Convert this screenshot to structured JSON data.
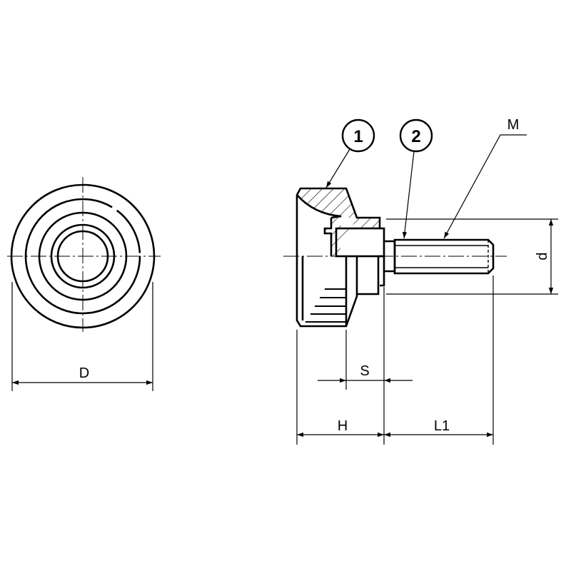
{
  "title": "Knurled thumb screw technical drawing",
  "dimensions": {
    "D": "D",
    "d": "d",
    "H": "H",
    "S": "S",
    "L1": "L1",
    "M": "M"
  },
  "callouts": [
    "1",
    "2"
  ],
  "colors": {
    "line": "#000000",
    "background": "#ffffff"
  }
}
